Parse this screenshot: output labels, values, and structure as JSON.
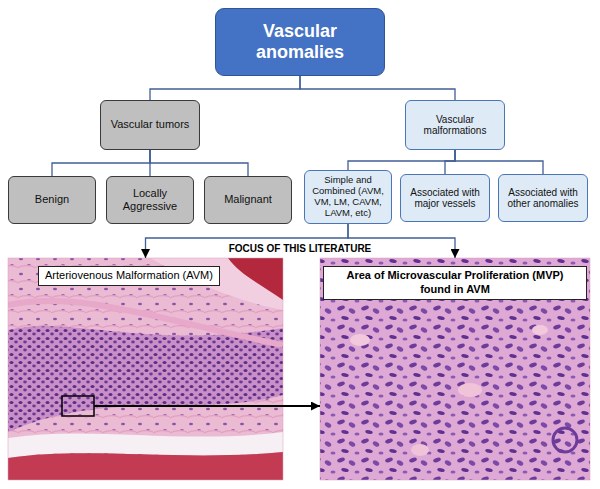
{
  "diagram": {
    "nodes": [
      {
        "text": [
          "Vascular anomalies"
        ]
      },
      {
        "text": [
          "Vascular tumors"
        ]
      },
      {
        "text": [
          "Vascular malformations"
        ]
      },
      {
        "text": [
          "Benign"
        ]
      },
      {
        "text": [
          "Locally Aggressive"
        ]
      },
      {
        "text": [
          "Malignant"
        ]
      },
      {
        "text": [
          "Simple and Combined (AVM, VM, LM, CAVM, LAVM, etc)"
        ]
      },
      {
        "text": [
          "Associated with major vessels"
        ]
      },
      {
        "text": [
          "Associated with other anomalies"
        ]
      },
      {
        "text": [
          "Arteriovenous Malformation (AVM)"
        ]
      },
      {
        "text": [
          "Area of Microvascular Proliferation (MVP) found in AVM"
        ]
      }
    ],
    "edges": [
      {
        "from": 0,
        "to": 1,
        "arrow": "none"
      },
      {
        "from": 0,
        "to": 2,
        "arrow": "none"
      },
      {
        "from": 1,
        "to": 3,
        "arrow": "none"
      },
      {
        "from": 1,
        "to": 4,
        "arrow": "none"
      },
      {
        "from": 1,
        "to": 5,
        "arrow": "none"
      },
      {
        "from": 2,
        "to": 6,
        "arrow": "none"
      },
      {
        "from": 2,
        "to": 7,
        "arrow": "none"
      },
      {
        "from": 2,
        "to": 8,
        "arrow": "none"
      },
      {
        "from": 6,
        "to": 9,
        "arrow": "to"
      },
      {
        "from": 6,
        "to": 10,
        "arrow": "to"
      },
      {
        "from": 9,
        "to": 10,
        "arrow": "to"
      }
    ],
    "labels": [
      "FOCUS OF THIS LITERATURE"
    ]
  }
}
